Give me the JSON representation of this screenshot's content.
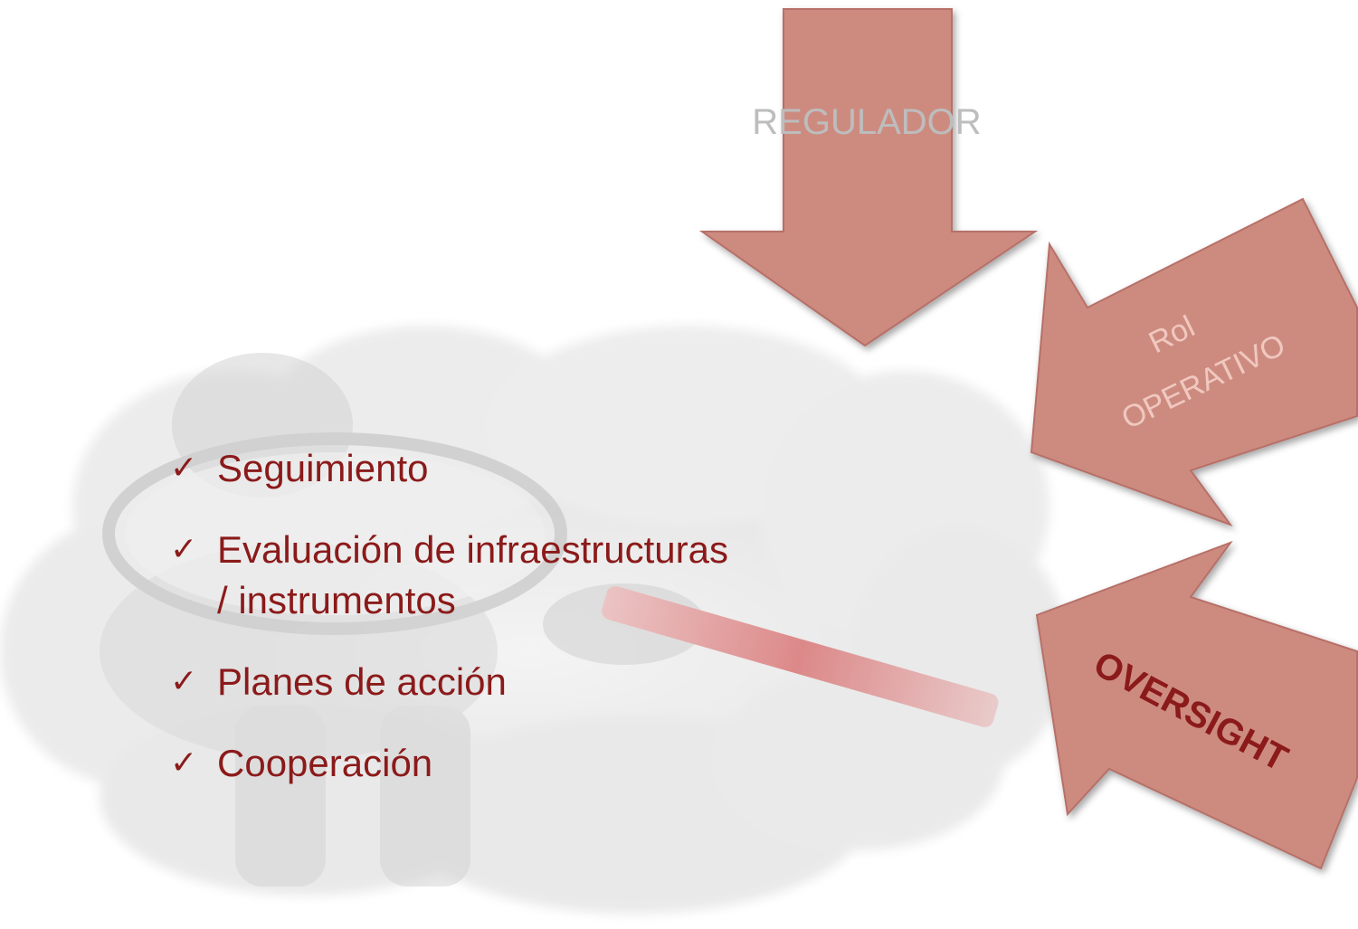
{
  "arrows": {
    "top_label": "REGULADOR",
    "middle_label_line1": "Rol",
    "middle_label_line2": "OPERATIVO",
    "bottom_label": "OVERSIGHT"
  },
  "checklist": {
    "check_symbol": "✓",
    "items": [
      {
        "line1": "Seguimiento",
        "line2": ""
      },
      {
        "line1": "Evaluación de infraestructuras",
        "line2": "/ instrumentos"
      },
      {
        "line1": "Planes de acción",
        "line2": ""
      },
      {
        "line1": "Cooperación",
        "line2": ""
      }
    ]
  },
  "colors": {
    "arrow_fill": "#cd8b80",
    "arrow_stroke": "#b77068",
    "text_dark_red": "#8b1a1a",
    "label_light": "#f0c8c0",
    "cloud_fill": "#ececec"
  }
}
